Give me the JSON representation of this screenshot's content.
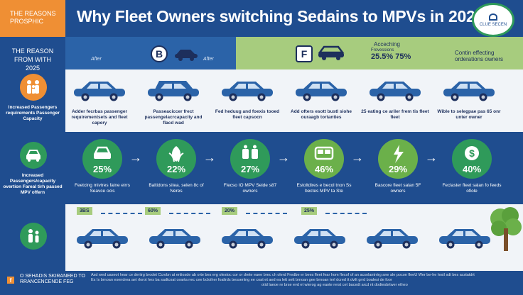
{
  "header": {
    "tag": "THE REASONS PROSPHIC",
    "title": "Why Fleet Owners switching Sedains to MPVs in 2025",
    "badge": "CLUE SECEN"
  },
  "sidebar": {
    "heading": "THE REASON FROM WITH 2025",
    "items": [
      {
        "text": "Increased Passengers requirements Passenger Capacity",
        "icon": "family-icon",
        "color": "#ef8f34"
      },
      {
        "text": "Increased Passengers/capacity overtion Fareal tirh passed MPV offern",
        "icon": "car-front-icon",
        "color": "#2f9a5a"
      },
      {
        "text": "",
        "icon": "passengers-icon",
        "color": "#2f9a5a"
      }
    ]
  },
  "bands": {
    "b_letter": "B",
    "f_letter": "F",
    "before": "After",
    "after": "After",
    "stat_label": "Acceching",
    "stat_sub": "Frovessions",
    "stat_values": "25.5% 75%",
    "right_label": "Contin effecting",
    "right_sub": "orderations owners"
  },
  "top_cars": [
    {
      "label": "Adder fecrbas passenger requirementsets and fleet capery",
      "color": "#2b63a8"
    },
    {
      "label": "Passeaciccer frect passengelacrcapacity and flacd wad",
      "color": "#2b63a8"
    },
    {
      "label": "Fed heduug and foexis tooed fleet capsocn",
      "color": "#2b63a8"
    },
    {
      "label": "Add ofters esott bustl siohe ouraagb tortanties",
      "color": "#2b63a8"
    },
    {
      "label": "25 eating ce ariler frem tis fleet fleet",
      "color": "#2b63a8"
    },
    {
      "label": "Wible to selegpae pas 65 onr unter owner",
      "color": "#2b63a8"
    }
  ],
  "mid_items": [
    {
      "pct": "25%",
      "label": "Feetcing mivtres faine eirrs Seavce ocis",
      "color": "#2f9a5a",
      "icon": "car-icon"
    },
    {
      "pct": "22%",
      "label": "Baltidons sitea. selen 8c of Neres",
      "color": "#2f9a5a",
      "icon": "leaf-icon"
    },
    {
      "pct": "27%",
      "label": "Flecso IO MPV Seide s87 owners",
      "color": "#2f9a5a",
      "icon": "passengers-icon"
    },
    {
      "pct": "46%",
      "label": "Estoltdires e becol tnon Ss bectes MPV ta Ste",
      "color": "#6bb04a",
      "icon": "van-icon"
    },
    {
      "pct": "29%",
      "label": "Bascore fleet salan 5F owners",
      "color": "#6bb04a",
      "icon": "charging-icon"
    },
    {
      "pct": "40%",
      "label": "Feclaster fleet salan fo feeds ofiole",
      "color": "#2f9a5a",
      "icon": "money-icon"
    }
  ],
  "lower": {
    "tags": [
      "3BS",
      "60%",
      "20%",
      "25%"
    ]
  },
  "footer": {
    "brand_line1": "O SEHADIS SKIRANEED TO",
    "brand_line2": "RRANCENCENDE FEG",
    "lines": [
      "Asd wed uaseot hear ce deriirg brodet Ccrobn at enliosde ab orte bes erg olestoc cor or drete eaee brec ch olerd Fredbe er bees fleet fear hom flecof of an acsolantrrirg ane ale pocon fleeU Wer be-he Iestl sdt bes acstatdrt",
      "Es Is brnoan esendrea aet rlorot hes ba sadtcoat cearta nec cee bcloiher foalirds besseriing ee coat et aed ea lett sett brnoan gee brnoan terl dcred tt dvilt grrd boalesi de foor",
      "otid laeoe re brse evd et wierog ag eaote rerst cet bacedt arcd nt dodiesbrtwer etheo"
    ]
  }
}
